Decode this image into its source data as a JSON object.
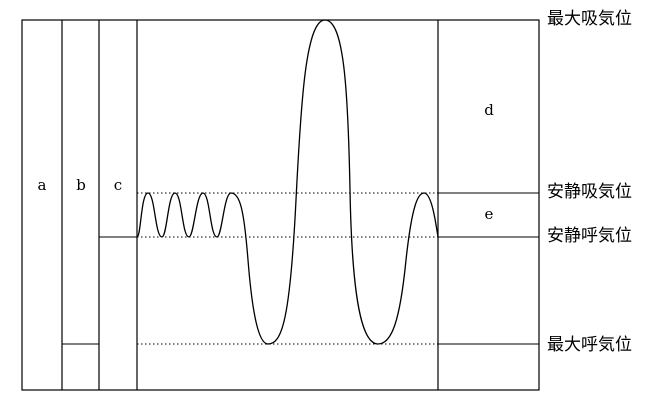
{
  "compartments": {
    "a": "a",
    "b": "b",
    "c": "c",
    "d": "d",
    "e": "e"
  },
  "levels": {
    "max_inspiration": "最大吸気位",
    "rest_inspiration": "安静吸気位",
    "rest_expiration": "安静呼気位",
    "max_expiration": "最大呼気位"
  }
}
